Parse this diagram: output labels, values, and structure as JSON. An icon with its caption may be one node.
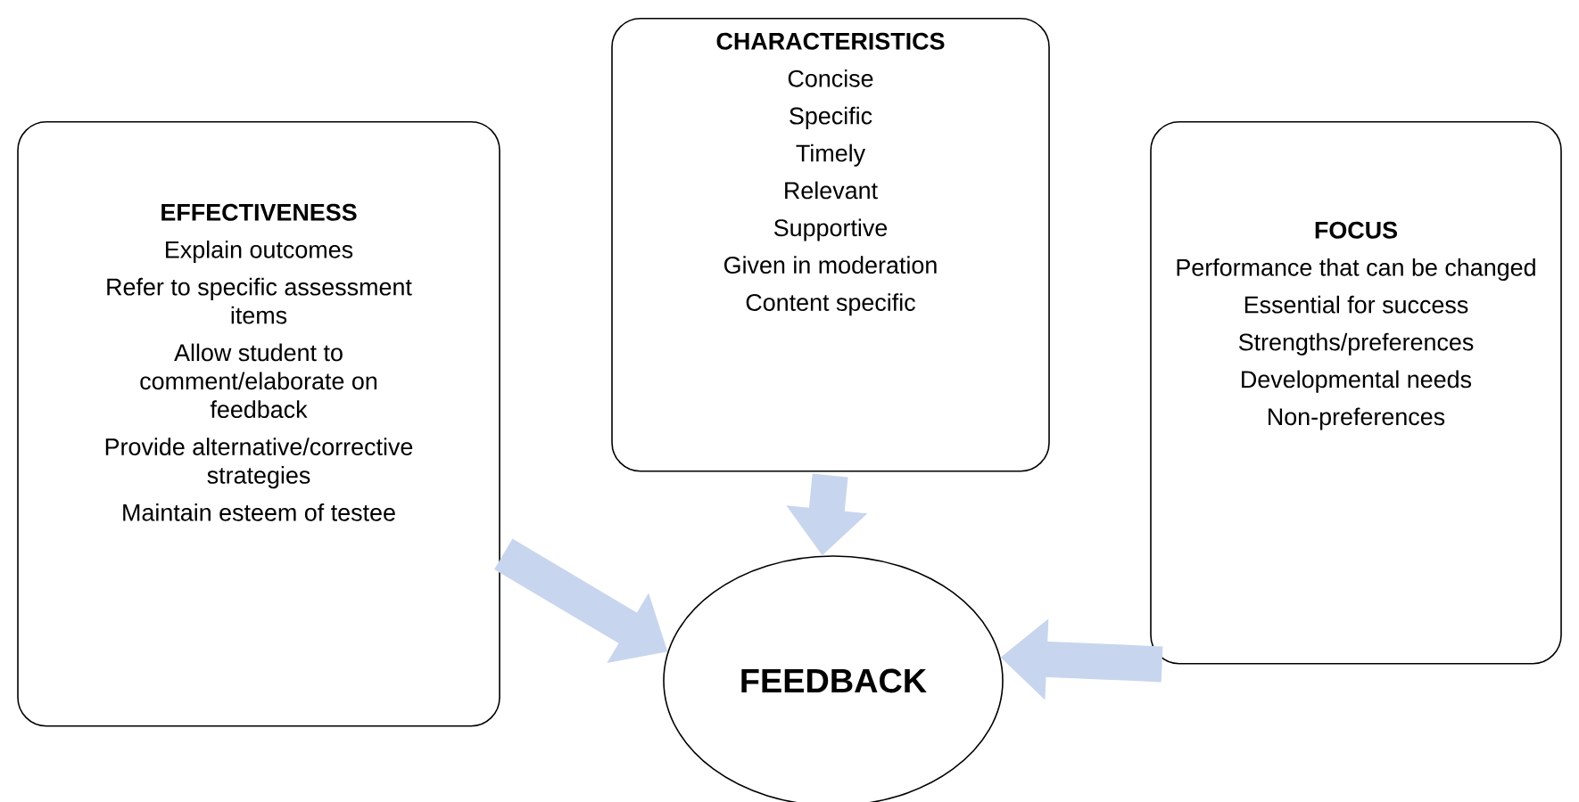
{
  "diagram": {
    "nodes": [
      {
        "text": [
          "EFFECTIVENESS",
          "Explain outcomes",
          "Refer to specific assessment items",
          "Allow student to comment/elaborate on feedback",
          "Provide alternative/corrective strategies",
          "Maintain esteem of testee"
        ]
      },
      {
        "text": [
          "CHARACTERISTICS",
          "Concise",
          "Specific",
          "Timely",
          "Relevant",
          "Supportive",
          "Given in moderation",
          "Content specific"
        ]
      },
      {
        "text": [
          "FOCUS",
          "Performance that can be changed",
          "Essential for success",
          "Strengths/preferences",
          "Developmental needs",
          "Non-preferences"
        ]
      },
      {
        "text": [
          "FEEDBACK"
        ]
      }
    ],
    "edges": [
      {
        "from": 0,
        "to": 3,
        "arrow": "to"
      },
      {
        "from": 1,
        "to": 3,
        "arrow": "to"
      },
      {
        "from": 2,
        "to": 3,
        "arrow": "to"
      }
    ]
  }
}
